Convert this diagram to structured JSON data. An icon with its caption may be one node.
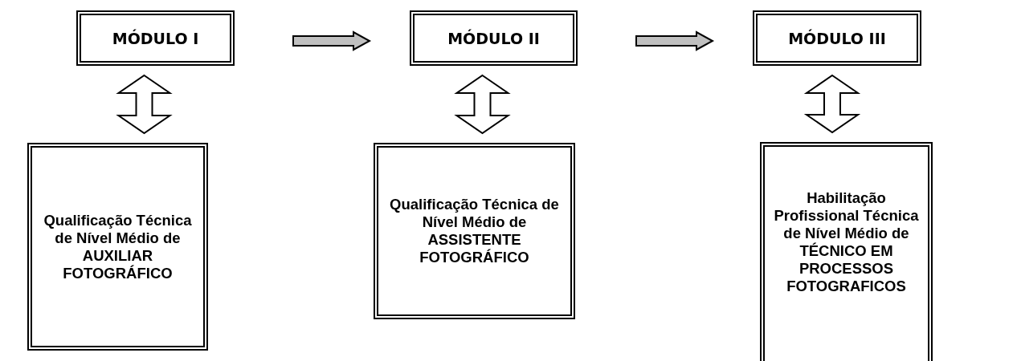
{
  "diagram": {
    "nodes": [
      {
        "text": [
          "MÓDULO I"
        ]
      },
      {
        "text": [
          "MÓDULO II"
        ]
      },
      {
        "text": [
          "MÓDULO III"
        ]
      },
      {
        "text": [
          "Qualificação Técnica de Nível Médio de AUXILIAR FOTOGRÁFICO"
        ]
      },
      {
        "text": [
          "Qualificação Técnica de Nível Médio de ASSISTENTE FOTOGRÁFICO"
        ]
      },
      {
        "text": [
          "Habilitação Profissional Técnica de Nível Médio de TÉCNICO EM PROCESSOS FOTOGRAFICOS"
        ]
      }
    ],
    "edges": [
      {
        "from": 0,
        "to": 1,
        "arrow": "to",
        "color": "#c0c0c0"
      },
      {
        "from": 1,
        "to": 2,
        "arrow": "to",
        "color": "#c0c0c0"
      },
      {
        "from": 0,
        "to": 3,
        "arrow": "both"
      },
      {
        "from": 1,
        "to": 4,
        "arrow": "both"
      },
      {
        "from": 2,
        "to": 5,
        "arrow": "both"
      }
    ]
  }
}
